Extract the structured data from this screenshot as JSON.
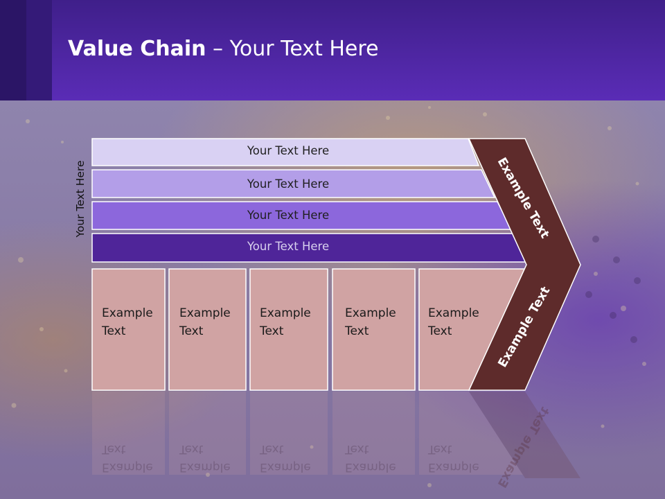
{
  "slide": {
    "title_bold": "Value Chain",
    "title_rest": " – Your Text Here"
  },
  "diagram": {
    "side_label": "Your Text Here",
    "bands": [
      {
        "label": "Your Text Here",
        "color": "#d9d1f3"
      },
      {
        "label": "Your Text Here",
        "color": "#b39ee8"
      },
      {
        "label": "Your Text Here",
        "color": "#8c67dc"
      },
      {
        "label": "Your Text Here",
        "color": "#4f2599"
      }
    ],
    "cells": [
      {
        "line1": "Example",
        "line2": "Text"
      },
      {
        "line1": "Example",
        "line2": "Text"
      },
      {
        "line1": "Example",
        "line2": "Text"
      },
      {
        "line1": "Example",
        "line2": "Text"
      },
      {
        "line1": "Example",
        "line2": "Text"
      }
    ],
    "cell_color": "#d0a3a3",
    "chevron": {
      "top_label": "Example Text",
      "bottom_label": "Example Text",
      "color": "#5e2b2b"
    }
  }
}
